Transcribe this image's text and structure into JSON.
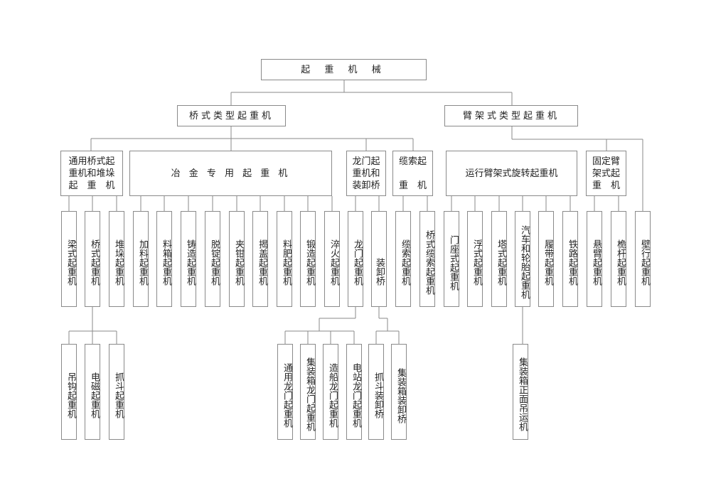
{
  "root": "起 重 机 械",
  "level1": {
    "bridge": "桥式类型起重机",
    "jib": "臂架式类型起重机"
  },
  "level2": {
    "general_bridge": "通用桥式起\n重机和堆垛\n起　重　机",
    "metallurgy": "冶 金 专 用 起 重 机",
    "gantry": "龙门起\n重机和\n装卸桥",
    "cable": "缆索起\n\n重　机",
    "mobile_slewing": "运行臂架式旋转起重机",
    "fixed_jib": "固定臂\n架式起\n重　机"
  },
  "level3": {
    "beam": "梁式起重机",
    "bridge_crane": "桥式起重机",
    "stacker": "堆垛起重机",
    "charging": "加料起重机",
    "bin": "料箱起重机",
    "casting": "铸造起重机",
    "stripping": "脱锭起重机",
    "tong": "夹钳起重机",
    "lid": "揭盖起重机",
    "fertilizer": "料肥起重机",
    "forging": "锻造起重机",
    "quench": "淬火起重机",
    "gantry_crane": "龙门起重机",
    "unloader": "装卸桥",
    "cable_crane": "缆索起重机",
    "bridge_cable": "桥式缆索起重机",
    "portal": "门座式起重机",
    "floating": "浮式起重机",
    "tower": "塔式起重机",
    "truck_tire": "汽车和轮胎起重机",
    "crawler": "履带起重机",
    "railway": "铁路起重机",
    "cantilever": "悬臂起重机",
    "mast": "桅杆起重机",
    "wall": "壁行起重机"
  },
  "level4": {
    "hook": "吊钩起重机",
    "magnet": "电磁起重机",
    "grab": "抓斗起重机",
    "general_gantry": "通用龙门起重机",
    "container_gantry": "集装箱龙门起重机",
    "shipbuilding_gantry": "造船龙门起重机",
    "power_gantry": "电站龙门起重机",
    "grab_unloader": "抓斗装卸桥",
    "container_unloader": "集装箱装卸桥",
    "reach_stacker": "集装箱正面吊运机"
  }
}
